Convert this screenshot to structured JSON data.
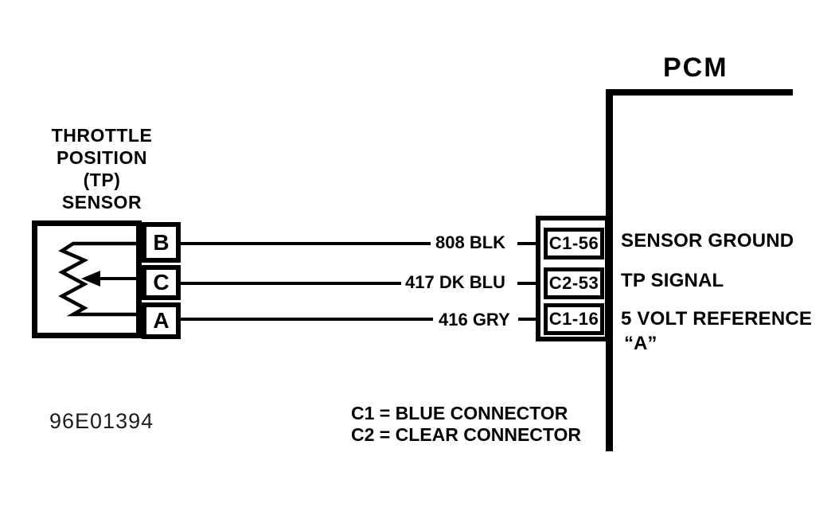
{
  "diagram_type": "automotive-wiring-diagram",
  "pcm": {
    "title": "PCM"
  },
  "sensor": {
    "label_lines": [
      "THROTTLE",
      "POSITION",
      "(TP)",
      "SENSOR"
    ],
    "terminals": [
      "B",
      "C",
      "A"
    ],
    "component": "potentiometer-with-wiper"
  },
  "wires": [
    {
      "terminal": "B",
      "wire_label": "808 BLK",
      "pin": "C1-56",
      "signal": "SENSOR GROUND"
    },
    {
      "terminal": "C",
      "wire_label": "417 DK BLU",
      "pin": "C2-53",
      "signal": "TP SIGNAL"
    },
    {
      "terminal": "A",
      "wire_label": "416 GRY",
      "pin": "C1-16",
      "signal": "5 VOLT REFERENCE",
      "signal_suffix": "“A”"
    }
  ],
  "legend": {
    "lines": [
      "C1 = BLUE CONNECTOR",
      "C2 = CLEAR CONNECTOR"
    ]
  },
  "figure_id": "96E01394",
  "colors": {
    "ink": "#000000",
    "paper": "#ffffff"
  }
}
